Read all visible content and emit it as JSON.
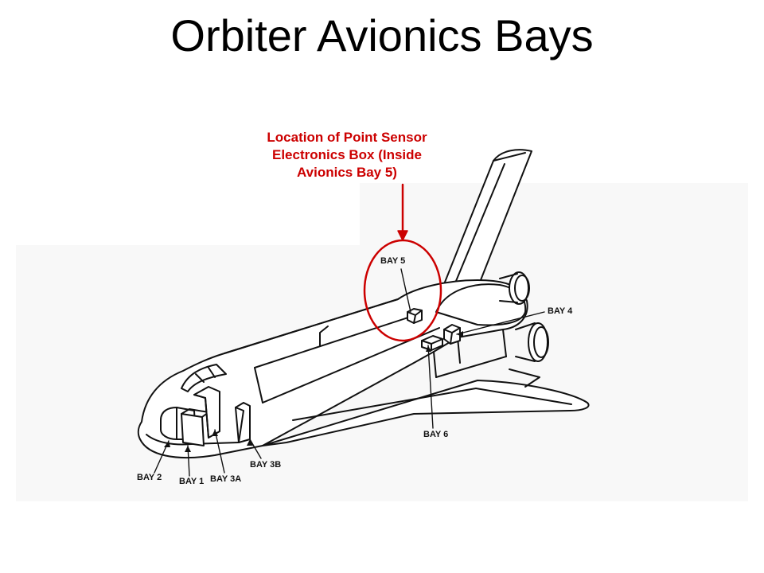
{
  "slide": {
    "title": "Orbiter Avionics Bays"
  },
  "callout": {
    "lines": [
      "Location of Point Sensor",
      "Electronics Box (Inside",
      "Avionics Bay 5)"
    ],
    "color": "#cc0000"
  },
  "bay_labels": {
    "bay_1": "BAY 1",
    "bay_2": "BAY 2",
    "bay_3a": "BAY 3A",
    "bay_3b": "BAY 3B",
    "bay_4": "BAY 4",
    "bay_5": "BAY 5",
    "bay_6": "BAY 6"
  }
}
